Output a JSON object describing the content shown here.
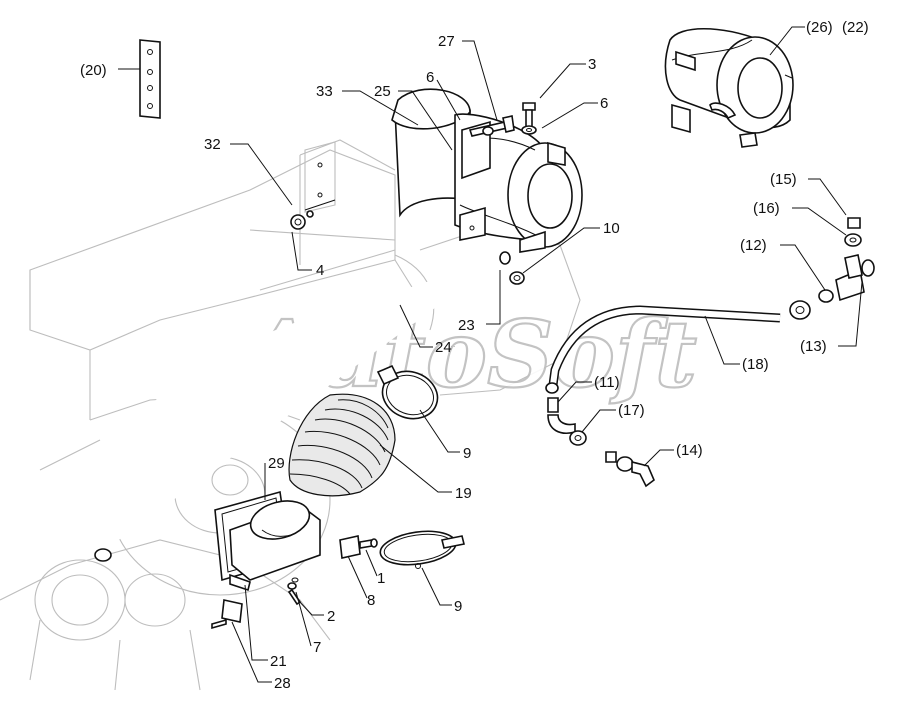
{
  "watermark": "AutoSoft",
  "watermark_suffix": "...",
  "callouts": [
    {
      "id": "c20",
      "text": "(20)"
    },
    {
      "id": "c32",
      "text": "32"
    },
    {
      "id": "c4",
      "text": "4"
    },
    {
      "id": "c33",
      "text": "33"
    },
    {
      "id": "c25",
      "text": "25"
    },
    {
      "id": "c6a",
      "text": "6"
    },
    {
      "id": "c27",
      "text": "27"
    },
    {
      "id": "c3",
      "text": "3"
    },
    {
      "id": "c6b",
      "text": "6"
    },
    {
      "id": "c26",
      "text": "(26)"
    },
    {
      "id": "c22",
      "text": "(22)"
    },
    {
      "id": "c10",
      "text": "10"
    },
    {
      "id": "c15",
      "text": "(15)"
    },
    {
      "id": "c16",
      "text": "(16)"
    },
    {
      "id": "c12",
      "text": "(12)"
    },
    {
      "id": "c13",
      "text": "(13)"
    },
    {
      "id": "c18",
      "text": "(18)"
    },
    {
      "id": "c23",
      "text": "23"
    },
    {
      "id": "c24",
      "text": "24"
    },
    {
      "id": "c11",
      "text": "(11)"
    },
    {
      "id": "c17",
      "text": "(17)"
    },
    {
      "id": "c14",
      "text": "(14)"
    },
    {
      "id": "c9a",
      "text": "9"
    },
    {
      "id": "c19",
      "text": "19"
    },
    {
      "id": "c29",
      "text": "29"
    },
    {
      "id": "c1",
      "text": "1"
    },
    {
      "id": "c8",
      "text": "8"
    },
    {
      "id": "c9b",
      "text": "9"
    },
    {
      "id": "c2",
      "text": "2"
    },
    {
      "id": "c7",
      "text": "7"
    },
    {
      "id": "c21",
      "text": "21"
    },
    {
      "id": "c28",
      "text": "28"
    }
  ]
}
